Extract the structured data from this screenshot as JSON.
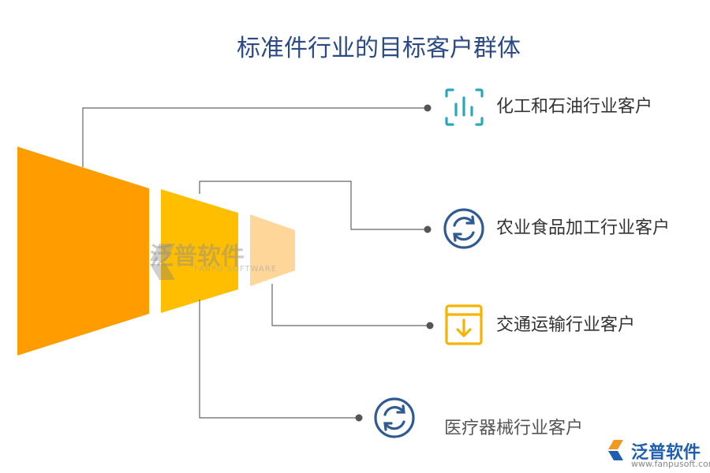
{
  "title": "标准件行业的目标客户群体",
  "branches": [
    {
      "label": "化工和石油行业客户",
      "icon": "bar-chart-icon",
      "color": "#2aa7b9"
    },
    {
      "label": "农业食品加工行业客户",
      "icon": "refresh-icon",
      "color": "#2f5b92"
    },
    {
      "label": "交通运输行业客户",
      "icon": "download-box-icon",
      "color": "#f4b400"
    },
    {
      "label": "医疗器械行业客户",
      "icon": "refresh-icon",
      "color": "#2f5b92"
    }
  ],
  "funnel_colors": [
    "#ff9d00",
    "#ffbf00",
    "#ffd699"
  ],
  "watermark": {
    "name": "泛普软件",
    "sub": "FANPU SOFTWARE"
  },
  "brand": {
    "name": "泛普软件",
    "url": "www.fanpusoft.com"
  }
}
